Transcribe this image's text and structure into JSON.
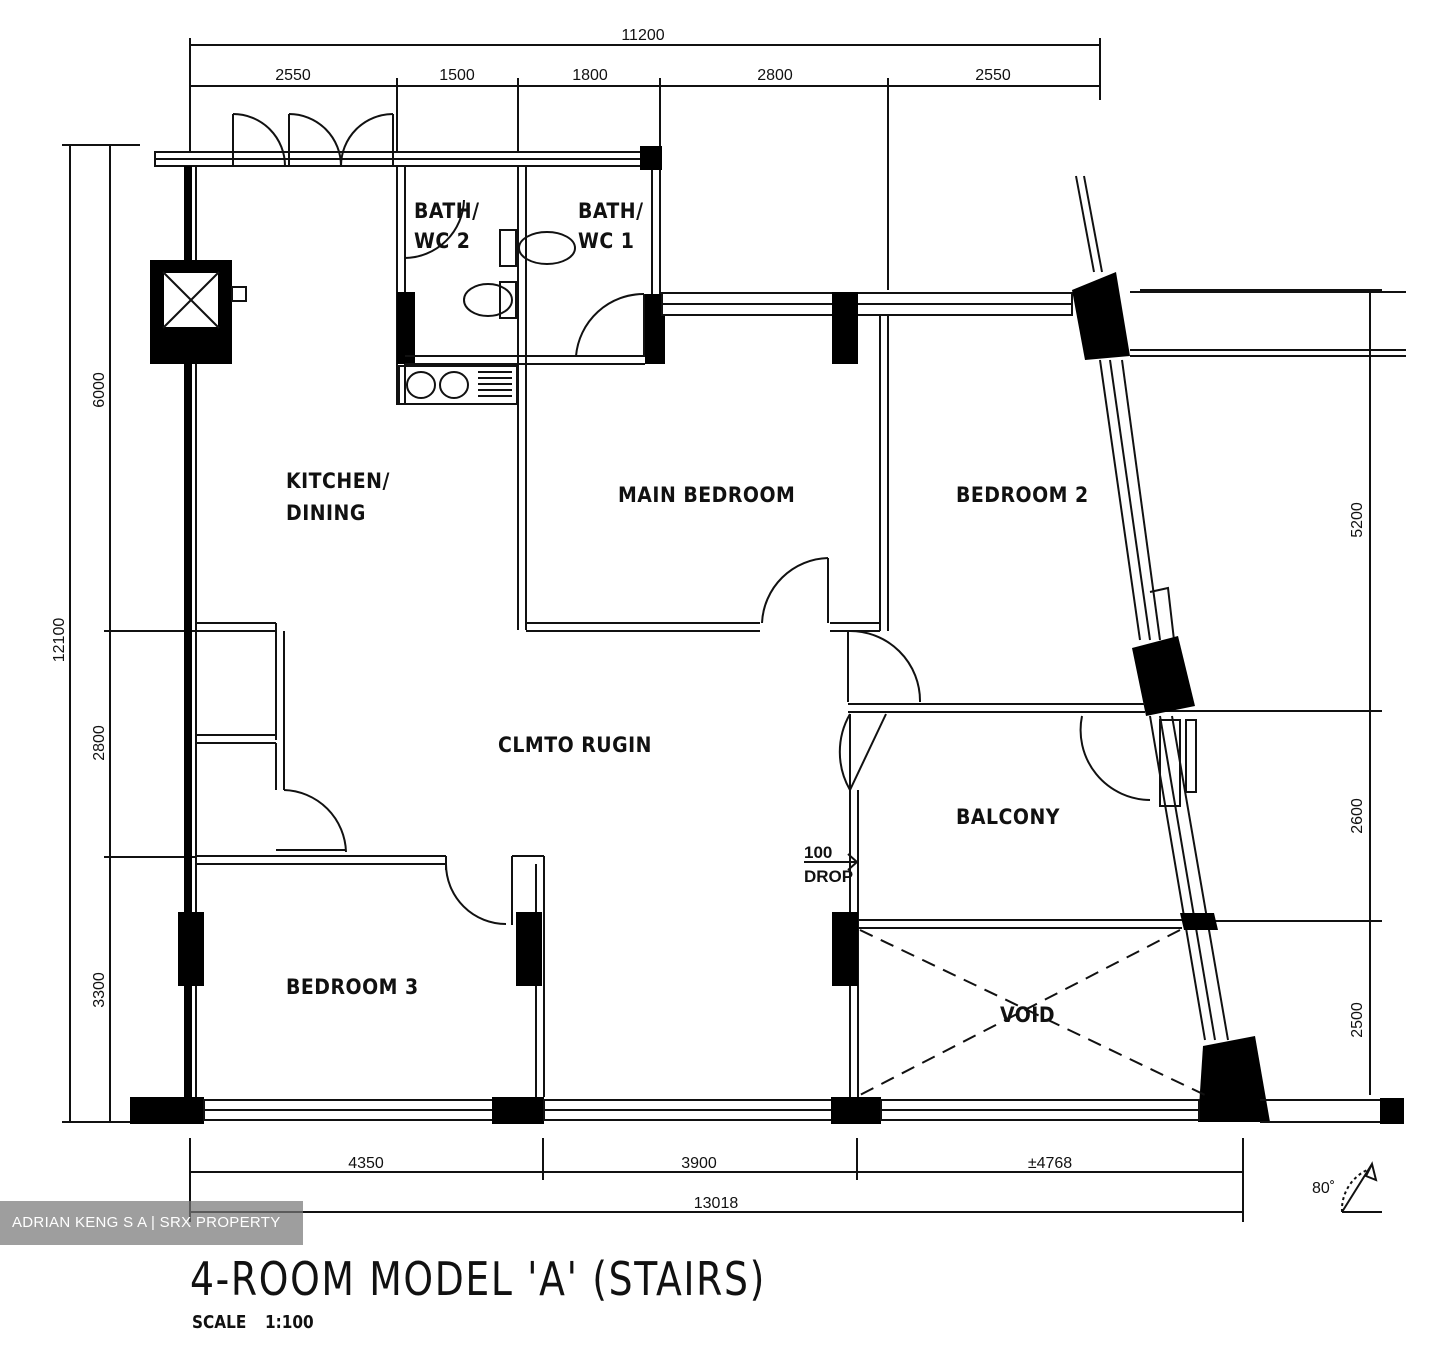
{
  "plan": {
    "title": "4-ROOM MODEL 'A' (STAIRS)",
    "scale_label": "SCALE",
    "scale_value": "1:100",
    "watermark": "ADRIAN KENG S A | SRX PROPERTY",
    "orientation": "80˚",
    "rooms": {
      "bath2_a": "BATH/",
      "bath2_b": "WC 2",
      "bath1_a": "BATH/",
      "bath1_b": "WC 1",
      "kitchen_a": "KITCHEN/",
      "kitchen_b": "DINING",
      "main_bedroom": "MAIN BEDROOM",
      "bedroom2": "BEDROOM 2",
      "living": "CLMTO RUGIN",
      "balcony": "BALCONY",
      "bedroom3": "BEDROOM 3",
      "void": "VOID",
      "drop_a": "100",
      "drop_b": "DROP"
    },
    "dimensions": {
      "top_total": "11200",
      "top": [
        "2550",
        "1500",
        "1800",
        "2800",
        "2550"
      ],
      "left_total": "12100",
      "left": [
        "6000",
        "2800",
        "3300"
      ],
      "right": [
        "5200",
        "2600",
        "2500"
      ],
      "bottom": [
        "4350",
        "3900",
        "±4768"
      ],
      "bottom_total": "13018"
    }
  }
}
